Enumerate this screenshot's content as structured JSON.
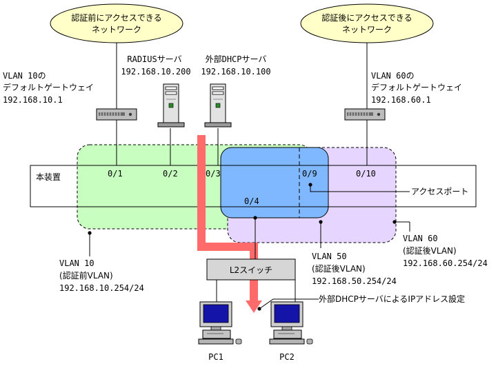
{
  "colors": {
    "vlan10_fill": "#c8ffc0",
    "vlan50_fill": "#7fb8ff",
    "vlan60_fill": "#e6d6ff",
    "cloud_fill": "#ffffc8",
    "arrow": "#ff6a6a",
    "l2switch_fill": "#d6d6d6"
  },
  "clouds": {
    "pre_auth": {
      "line1": "認証前にアクセスできる",
      "line2": "ネットワーク"
    },
    "post_auth": {
      "line1": "認証後にアクセスできる",
      "line2": "ネットワーク"
    }
  },
  "servers": {
    "radius": {
      "name": "RADIUSサーバ",
      "ip": "192.168.10.200",
      "icon": "server-icon"
    },
    "dhcp": {
      "name": "外部DHCPサーバ",
      "ip": "192.168.10.100",
      "icon": "server-icon"
    }
  },
  "gateways": {
    "vlan10": {
      "line1": "VLAN 10の",
      "line2": "デフォルトゲートウェイ",
      "ip": "192.168.10.1",
      "icon": "router-icon"
    },
    "vlan60": {
      "line1": "VLAN 60の",
      "line2": "デフォルトゲートウェイ",
      "ip": "192.168.60.1",
      "icon": "router-icon"
    }
  },
  "device": {
    "label": "本装置",
    "ports": [
      "0/1",
      "0/2",
      "0/3",
      "0/4",
      "0/9",
      "0/10"
    ]
  },
  "callouts": {
    "access_port": "アクセスポート",
    "dhcp_setting": "外部DHCPサーバによるIPアドレス設定"
  },
  "vlans": {
    "vlan10": {
      "name": "VLAN 10",
      "desc": "(認証前VLAN)",
      "subnet": "192.168.10.254/24"
    },
    "vlan50": {
      "name": "VLAN 50",
      "desc": "(認証後VLAN)",
      "subnet": "192.168.50.254/24"
    },
    "vlan60": {
      "name": "VLAN 60",
      "desc": "(認証後VLAN)",
      "subnet": "192.168.60.254/24"
    }
  },
  "l2switch": {
    "label": "L2スイッチ"
  },
  "pcs": [
    {
      "label": "PC1",
      "icon": "pc-icon"
    },
    {
      "label": "PC2",
      "icon": "pc-icon"
    }
  ]
}
